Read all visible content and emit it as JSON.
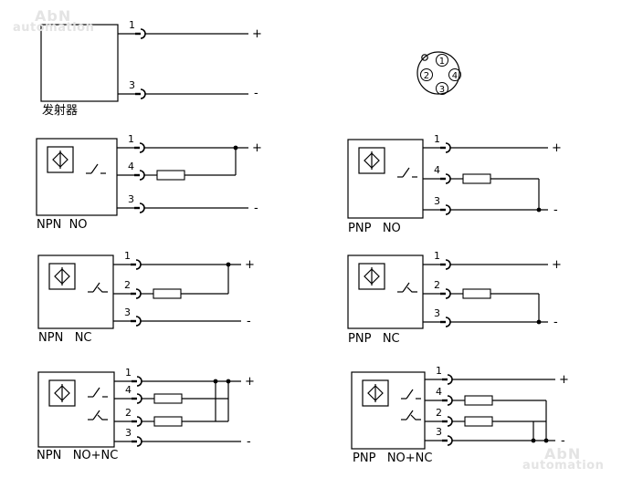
{
  "watermark": {
    "brand": "AbN",
    "sub": "automation"
  },
  "connector": {
    "pins": [
      "1",
      "2",
      "3",
      "4"
    ]
  },
  "polarity": {
    "positive": "+",
    "negative": "-"
  },
  "emitter": {
    "label": "发射器",
    "pins": [
      "1",
      "3"
    ]
  },
  "circuits": [
    {
      "id": "npn-no",
      "type": "NPN",
      "output": "NO",
      "pins": [
        "1",
        "4",
        "3"
      ]
    },
    {
      "id": "pnp-no",
      "type": "PNP",
      "output": "NO",
      "pins": [
        "1",
        "4",
        "3"
      ]
    },
    {
      "id": "npn-nc",
      "type": "NPN",
      "output": "NC",
      "pins": [
        "1",
        "2",
        "3"
      ]
    },
    {
      "id": "pnp-nc",
      "type": "PNP",
      "output": "NC",
      "pins": [
        "1",
        "2",
        "3"
      ]
    },
    {
      "id": "npn-nonc",
      "type": "NPN",
      "output": "NO+NC",
      "pins": [
        "1",
        "4",
        "2",
        "3"
      ]
    },
    {
      "id": "pnp-nonc",
      "type": "PNP",
      "output": "NO+NC",
      "pins": [
        "1",
        "4",
        "2",
        "3"
      ]
    }
  ]
}
